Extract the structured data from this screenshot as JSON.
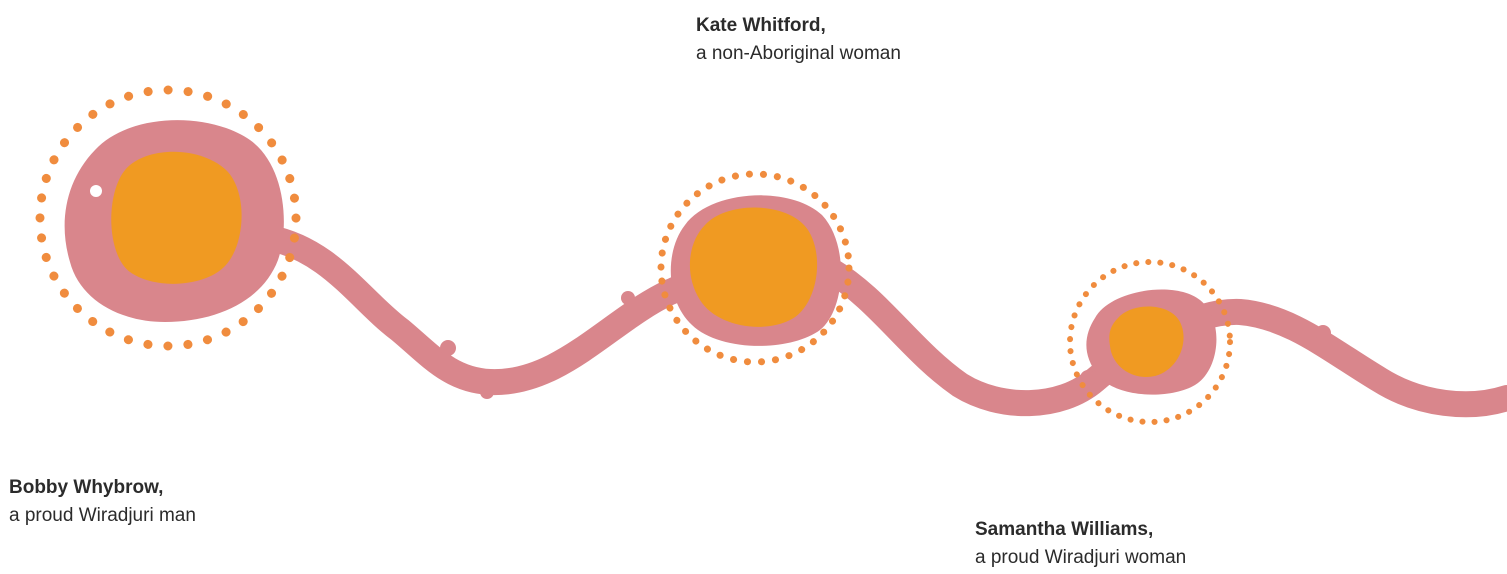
{
  "people": [
    {
      "name": "Kate Whitford,",
      "description": "a non-Aboriginal woman"
    },
    {
      "name": "Bobby Whybrow,",
      "description": "a proud Wiradjuri man"
    },
    {
      "name": "Samantha Williams,",
      "description": "a proud Wiradjuri woman"
    }
  ],
  "colors": {
    "river": "#d9868c",
    "core": "#f09a22",
    "dots": "#f08c3e",
    "text": "#2b2b2b"
  }
}
